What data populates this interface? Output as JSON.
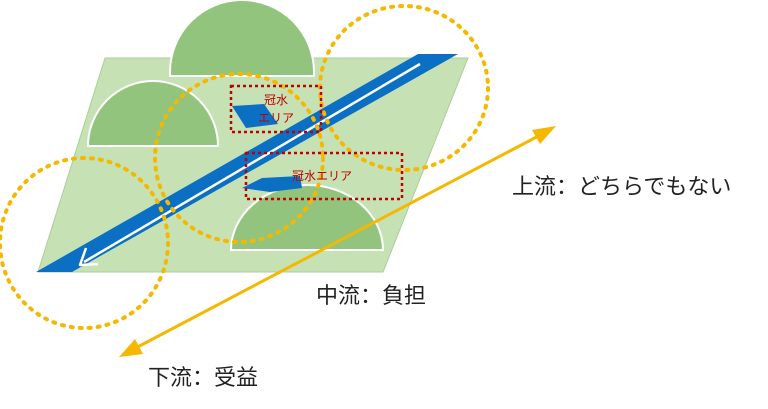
{
  "labels": {
    "upstream": "上流：どちらでもない",
    "midstream": "中流：負担",
    "downstream": "下流：受益",
    "flood_area_1_line1": "冠水",
    "flood_area_1_line2": "エリア",
    "flood_area_2": "冠水エリア"
  },
  "colors": {
    "ground": "#c6e2b5",
    "hill": "#93c47d",
    "river": "#0b6fc4",
    "flow_line": "#ffffff",
    "circle": "#f5b800",
    "arrow": "#f5b800",
    "flood_box": "#c00000"
  }
}
